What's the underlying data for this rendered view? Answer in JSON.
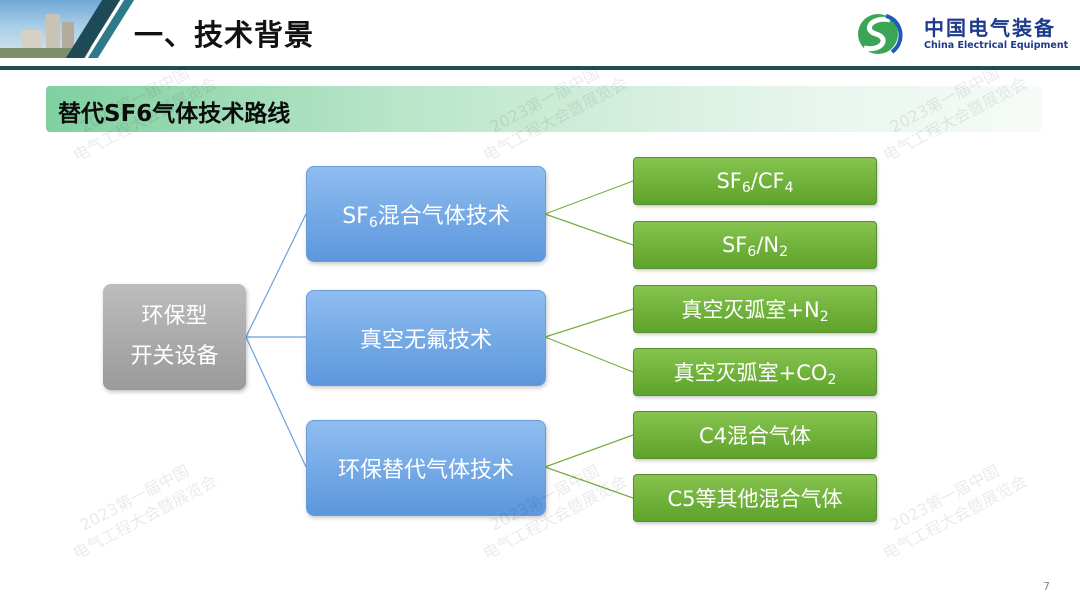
{
  "header": {
    "title": "一、技术背景",
    "logo_cn": "中国电气装备",
    "logo_en": "China Electrical Equipment"
  },
  "section": {
    "title": "替代SF6气体技术路线"
  },
  "watermark": {
    "line1": "2023第一届中国",
    "line2": "电气工程大会暨展览会"
  },
  "diagram": {
    "root": {
      "line1": "环保型",
      "line2": "开关设备"
    },
    "branches": [
      {
        "label": {
          "a": "SF",
          "sub": "6",
          "b": "混合气体技术"
        },
        "leaves": [
          {
            "a": "SF",
            "sub": "6",
            "b": "/CF",
            "sub2": "4"
          },
          {
            "a": "SF",
            "sub": "6",
            "b": "/N",
            "sub2": "2"
          }
        ]
      },
      {
        "label": {
          "a": "真空无氟技术"
        },
        "leaves": [
          {
            "a": "真空灭弧室+N",
            "sub": "2"
          },
          {
            "a": "真空灭弧室+CO",
            "sub": "2"
          }
        ]
      },
      {
        "label": {
          "a": "环保替代气体技术"
        },
        "leaves": [
          {
            "a": "C4混合气体"
          },
          {
            "a": "C5等其他混合气体"
          }
        ]
      }
    ]
  },
  "page_number": "7",
  "colors": {
    "header_line": "#234c57",
    "mid_box": "#5c97dd",
    "leaf_box": "#5ea32b",
    "root_box": "#9a9a9a",
    "logo_blue": "#1e3a8a",
    "logo_green": "#3aa655"
  }
}
